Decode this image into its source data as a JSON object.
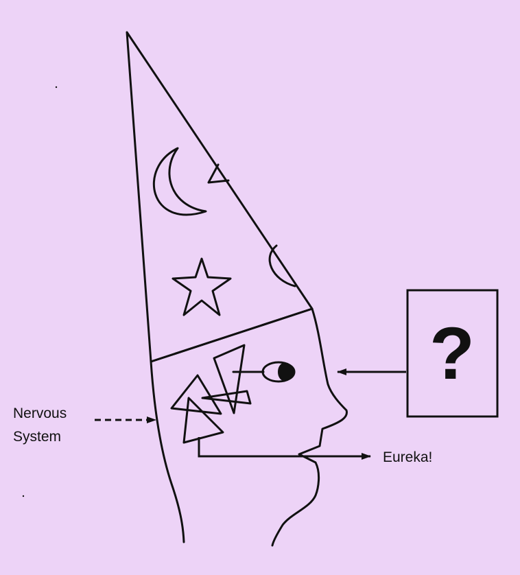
{
  "labels": {
    "nervous_line1": "Nervous",
    "nervous_line2": "System",
    "eureka": "Eureka!",
    "question_mark": "?"
  },
  "colors": {
    "background": "#edd3f7",
    "ink": "#111111"
  },
  "icons": [
    "crescent-moon-icon",
    "star-icon",
    "triangle-icon",
    "eye-icon"
  ]
}
